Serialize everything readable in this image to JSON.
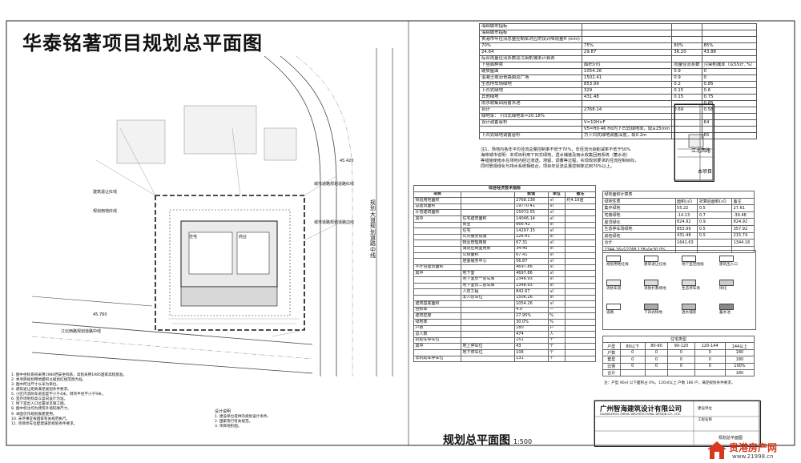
{
  "title": "华泰铭著项目规划总平面图",
  "subtitle": "规划总平面图",
  "scale": "1:500",
  "plan_labels": {
    "road_west_name": "江北西路规划道路中线",
    "road_east_name": "规划大道规划道路中线",
    "road_west_short": "江北西路",
    "city_road_line": "城市道路规划道路红线",
    "city_road_edge": "城市道路规划道路边线",
    "setback_line": "建筑退让红线",
    "land_line": "规划用地红线",
    "grade_east": "45.420",
    "grade_west": "45.760",
    "building_a": "住宅",
    "building_b": "商业"
  },
  "storm": {
    "rows": [
      [
        "海绵城市指标",
        "",
        "",
        ""
      ],
      [
        "海绵城市指标",
        "",
        "",
        ""
      ],
      [
        "贵港市年径流总量控制率对应的设计降雨量H (mm)",
        "",
        "",
        ""
      ],
      [
        "70%",
        "75%",
        "80%",
        "85%"
      ],
      [
        "24.64",
        "29.87",
        "36.20",
        "43.88"
      ],
      [
        "综合雨量径流系数及污染削减率计算表",
        "",
        "",
        ""
      ],
      [
        "下垫面种类",
        "面积(㎡)",
        "雨量径流系数",
        "污染削减率（以SS计, %）"
      ],
      [
        "硬质屋面",
        "1054.26",
        "0.9",
        "0"
      ],
      [
        "混凝土或沥青路面及广场",
        "1502.41",
        "0.9",
        "0"
      ],
      [
        "生态停车场绿地",
        "853.99",
        "0.2",
        "0.85"
      ],
      [
        "下凹式绿地",
        "329",
        "0.15",
        "0.6"
      ],
      [
        "其他绿地",
        "431.48",
        "0.15",
        "0.75"
      ],
      [
        "雨水收集回用蓄水池",
        "",
        "",
        "0.85"
      ],
      [
        "合计",
        "2768.14",
        "0.69",
        "0.58"
      ],
      [
        "绿地率：下凹式绿地率=20.18%",
        "",
        "",
        ""
      ],
      [
        "设计调蓄容积",
        "V=10H×F",
        "",
        "64"
      ],
      [
        "",
        "V5=H0·46  Hd为下凹式绿地率，取≥25mm",
        "",
        ""
      ],
      [
        "下凹式绿地调蓄容积",
        "为下凹式绿地调蓄深度，取0.2m",
        "",
        "65"
      ]
    ]
  },
  "notes": [
    "注1、场地内各年平均径流总量控制率不低于70%，年径流污染削减率不低于50%",
    "海绵城市说明：本项目利用下凹式绿地、透水铺装及雨水收集回用系统（蓄水池）",
    "等措施使雨水在场地内经过渗透、滞留、调蓄等过程，实现规划要求的径流控制目标，",
    "同时景观绿化与排水系统相结合，项目年径流总量控制率达到70%以上。"
  ],
  "legend_box": {
    "north_label": "本项目",
    "road_label": "江北西路"
  },
  "tech": {
    "header": [
      "综合经济技术指标"
    ],
    "columns": [
      "项目",
      "",
      "数值",
      "单位",
      "备注"
    ],
    "rows": [
      [
        "规划用地面积",
        "",
        "2768.138",
        "㎡",
        "约4.16亩"
      ],
      [
        "总建筑面积",
        "",
        "19770.41",
        "㎡",
        ""
      ],
      [
        "计容建筑面积",
        "",
        "15072.55",
        "㎡",
        ""
      ],
      [
        "其中",
        "住宅建筑面积",
        "14046.14",
        "㎡",
        ""
      ],
      [
        "",
        "商业",
        "666.42",
        "㎡",
        ""
      ],
      [
        "",
        "住宅",
        "14297.15",
        "㎡",
        ""
      ],
      [
        "",
        "公共服务设施",
        "226.41",
        "㎡",
        ""
      ],
      [
        "",
        "物业管理用房",
        "67.31",
        "㎡",
        ""
      ],
      [
        "",
        "消防控制室用房",
        "34.40",
        "㎡",
        ""
      ],
      [
        "",
        "公厕面积",
        "67.41",
        "㎡",
        ""
      ],
      [
        "",
        "居委服务中心",
        "56.87",
        "㎡",
        ""
      ],
      [
        "不计容建筑面积",
        "",
        "4697.86",
        "㎡",
        ""
      ],
      [
        "其中",
        "地下室",
        "4697.86",
        "㎡",
        ""
      ],
      [
        "",
        "地下室负一层车库",
        "2348.93",
        "㎡",
        ""
      ],
      [
        "",
        "地下室负二层车库",
        "2348.93",
        "㎡",
        ""
      ],
      [
        "",
        "人防工程",
        "842.67",
        "㎡",
        ""
      ],
      [
        "",
        "非人防车位",
        "1506.26",
        "㎡",
        ""
      ],
      [
        "建筑基底面积",
        "",
        "1054.26",
        "㎡",
        ""
      ],
      [
        "容积率",
        "",
        "4.0",
        "—",
        ""
      ],
      [
        "建筑密度",
        "",
        "27.95%",
        "%",
        ""
      ],
      [
        "绿地率",
        "",
        "30.0%",
        "%",
        ""
      ],
      [
        "户数",
        "",
        "180",
        "户",
        ""
      ],
      [
        "总人数",
        "",
        "474",
        "人",
        ""
      ],
      [
        "机动车停车位",
        "",
        "151",
        "个",
        ""
      ],
      [
        "其中",
        "地上停车位",
        "43",
        "个",
        ""
      ],
      [
        "",
        "地下停车位",
        "108",
        "个",
        ""
      ],
      [
        "非机动车停车位",
        "",
        "131",
        "个",
        ""
      ]
    ]
  },
  "green": {
    "header": [
      "绿地面积计算表",
      "",
      "",
      ""
    ],
    "columns": [
      "绿地性质",
      "面积(㎡)",
      "折算后面积(㎡)",
      "备注"
    ],
    "rows": [
      [
        "集中绿地",
        "55.22",
        "0.5",
        "27.61"
      ],
      [
        "宅旁绿地",
        "-14.13",
        "0.7",
        "-39.48"
      ],
      [
        "屋顶绿化",
        "824.92",
        "0.9",
        "824.92"
      ],
      [
        "生态停车场绿地",
        "853.99",
        "0.5",
        "357.92"
      ],
      [
        "其他绿地",
        "431.48",
        "0.5",
        "215.74"
      ],
      [
        "合计",
        "1641.63",
        "",
        "1344.16"
      ]
    ],
    "footer": "1344.16㎡/2768.138㎡=30.0%"
  },
  "legend": [
    {
      "label": "规划用地红线",
      "color": "#ffffff"
    },
    {
      "label": "建筑退让红线",
      "color": "#ffffff"
    },
    {
      "label": "地下室范围线",
      "color": "#ffffff"
    },
    {
      "label": "建筑出入口",
      "color": "#ffffff"
    },
    {
      "label": "消防车道",
      "color": "#eeeeee"
    },
    {
      "label": "消防扑救场地",
      "color": "#dddddd"
    },
    {
      "label": "生态停车场",
      "color": "#dddddd"
    },
    {
      "label": "绿化",
      "color": "#cccccc"
    },
    {
      "label": "道路",
      "color": "#ffffff"
    },
    {
      "label": "下凹式绿地",
      "color": "#aaaaaa"
    },
    {
      "label": "透水铺装",
      "color": "#bbbbbb"
    },
    {
      "label": "蓄水池",
      "color": "#888888"
    }
  ],
  "land": {
    "header": [
      "住宅类型",
      "",
      "",
      "",
      "",
      ""
    ],
    "columns": [
      "户型",
      "80以下",
      "80-90",
      "90-120",
      "120-144",
      "144以上"
    ],
    "rows": [
      [
        "户数",
        "0",
        "0",
        "0",
        "0",
        "180"
      ],
      [
        "套型",
        "0",
        "0",
        "0",
        "0",
        "180"
      ],
      [
        "比例",
        "0",
        "0",
        "0",
        "0",
        "100%"
      ],
      [
        "合计",
        "",
        "",
        "",
        "",
        "180"
      ]
    ],
    "note": "注：户型 90㎡ 以下面积占 0%，120㎡以上 户数 180 户，满足规划条件要求。"
  },
  "titleblock": {
    "company": "广州智海建筑设计有限公司",
    "company_en": "GUANGZHOU ZHIHAI ARCHITECTURAL DESIGN CO., LTD.",
    "client": "建设单位",
    "project": "工程名称",
    "drawing": "规划总平面图"
  },
  "left_notes": [
    "1. 图中坐标系统采用1980西安坐标系，高程采用1985国家高程基准。",
    "2. 本项目规划用地面积以规划红线范围为准。",
    "3. 图中所注尺寸以米为单位。",
    "4. 建筑退让距离满足规划条件要求。",
    "5. 小区内消防车道宽度不小于4米，转弯半径不小于9米。",
    "6. 室外场地标高以竖向设计为准。",
    "7. 地下室出入口位置详见施工图。",
    "8. 图中标注均为建筑外墙轮廓尺寸。",
    "9. 本图仅作规划报建使用。",
    "10. 未尽事宜按国家有关规范执行。",
    "11. 项目停车位配建满足规划条件要求。"
  ],
  "design_notes_title": "设计说明",
  "design_notes": [
    "1. 建设单位提供的规划设计条件。",
    "2. 国家现行有关规范。",
    "3. 项目地形图。"
  ],
  "watermark": {
    "name": "贵港房产网",
    "url": "www.21998.cn"
  }
}
